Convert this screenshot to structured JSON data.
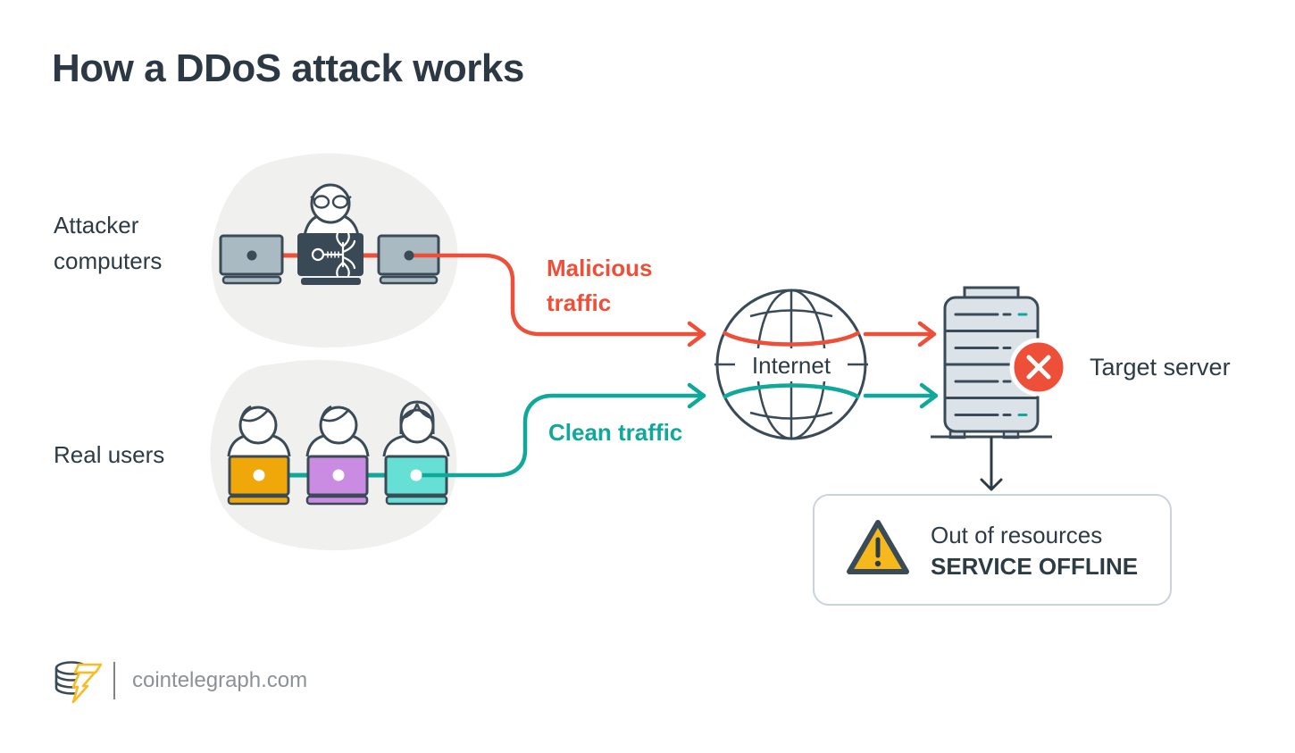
{
  "title": "How a DDoS attack works",
  "diagram": {
    "attacker_label": "Attacker computers",
    "real_users_label": "Real users",
    "malicious_traffic_label": "Malicious traffic",
    "clean_traffic_label": "Clean traffic",
    "internet_label": "Internet",
    "target_server_label": "Target server",
    "status": {
      "line1": "Out of resources",
      "line2": "SERVICE OFFLINE"
    }
  },
  "footer": {
    "site": "cointelegraph.com"
  },
  "icons": {
    "hacker": "hacker-mask-icon",
    "key_bug": "key-bug-icon",
    "laptop": "laptop-icon",
    "user": "person-icon",
    "globe": "internet-globe-icon",
    "server": "server-rack-icon",
    "error": "error-x-icon",
    "warning": "warning-triangle-icon",
    "logo": "cointelegraph-logo"
  },
  "colors": {
    "heading": "#2c3944",
    "outline": "#3a4b57",
    "malicious_red": "#ee4f38",
    "clean_teal": "#0fa89a",
    "laptop_gray": "#a9bac3",
    "laptop_dark": "#394a56",
    "laptop_yellow": "#efa709",
    "laptop_purple": "#ca8ce2",
    "laptop_teal": "#66e0d5",
    "server_fill": "#dbe3e9",
    "warning_yellow": "#f5b81d",
    "blob_gray": "#f0f0ee",
    "box_border": "#c9d3da",
    "footer_text": "#8b9196",
    "logo_yellow": "#f7bd26"
  }
}
